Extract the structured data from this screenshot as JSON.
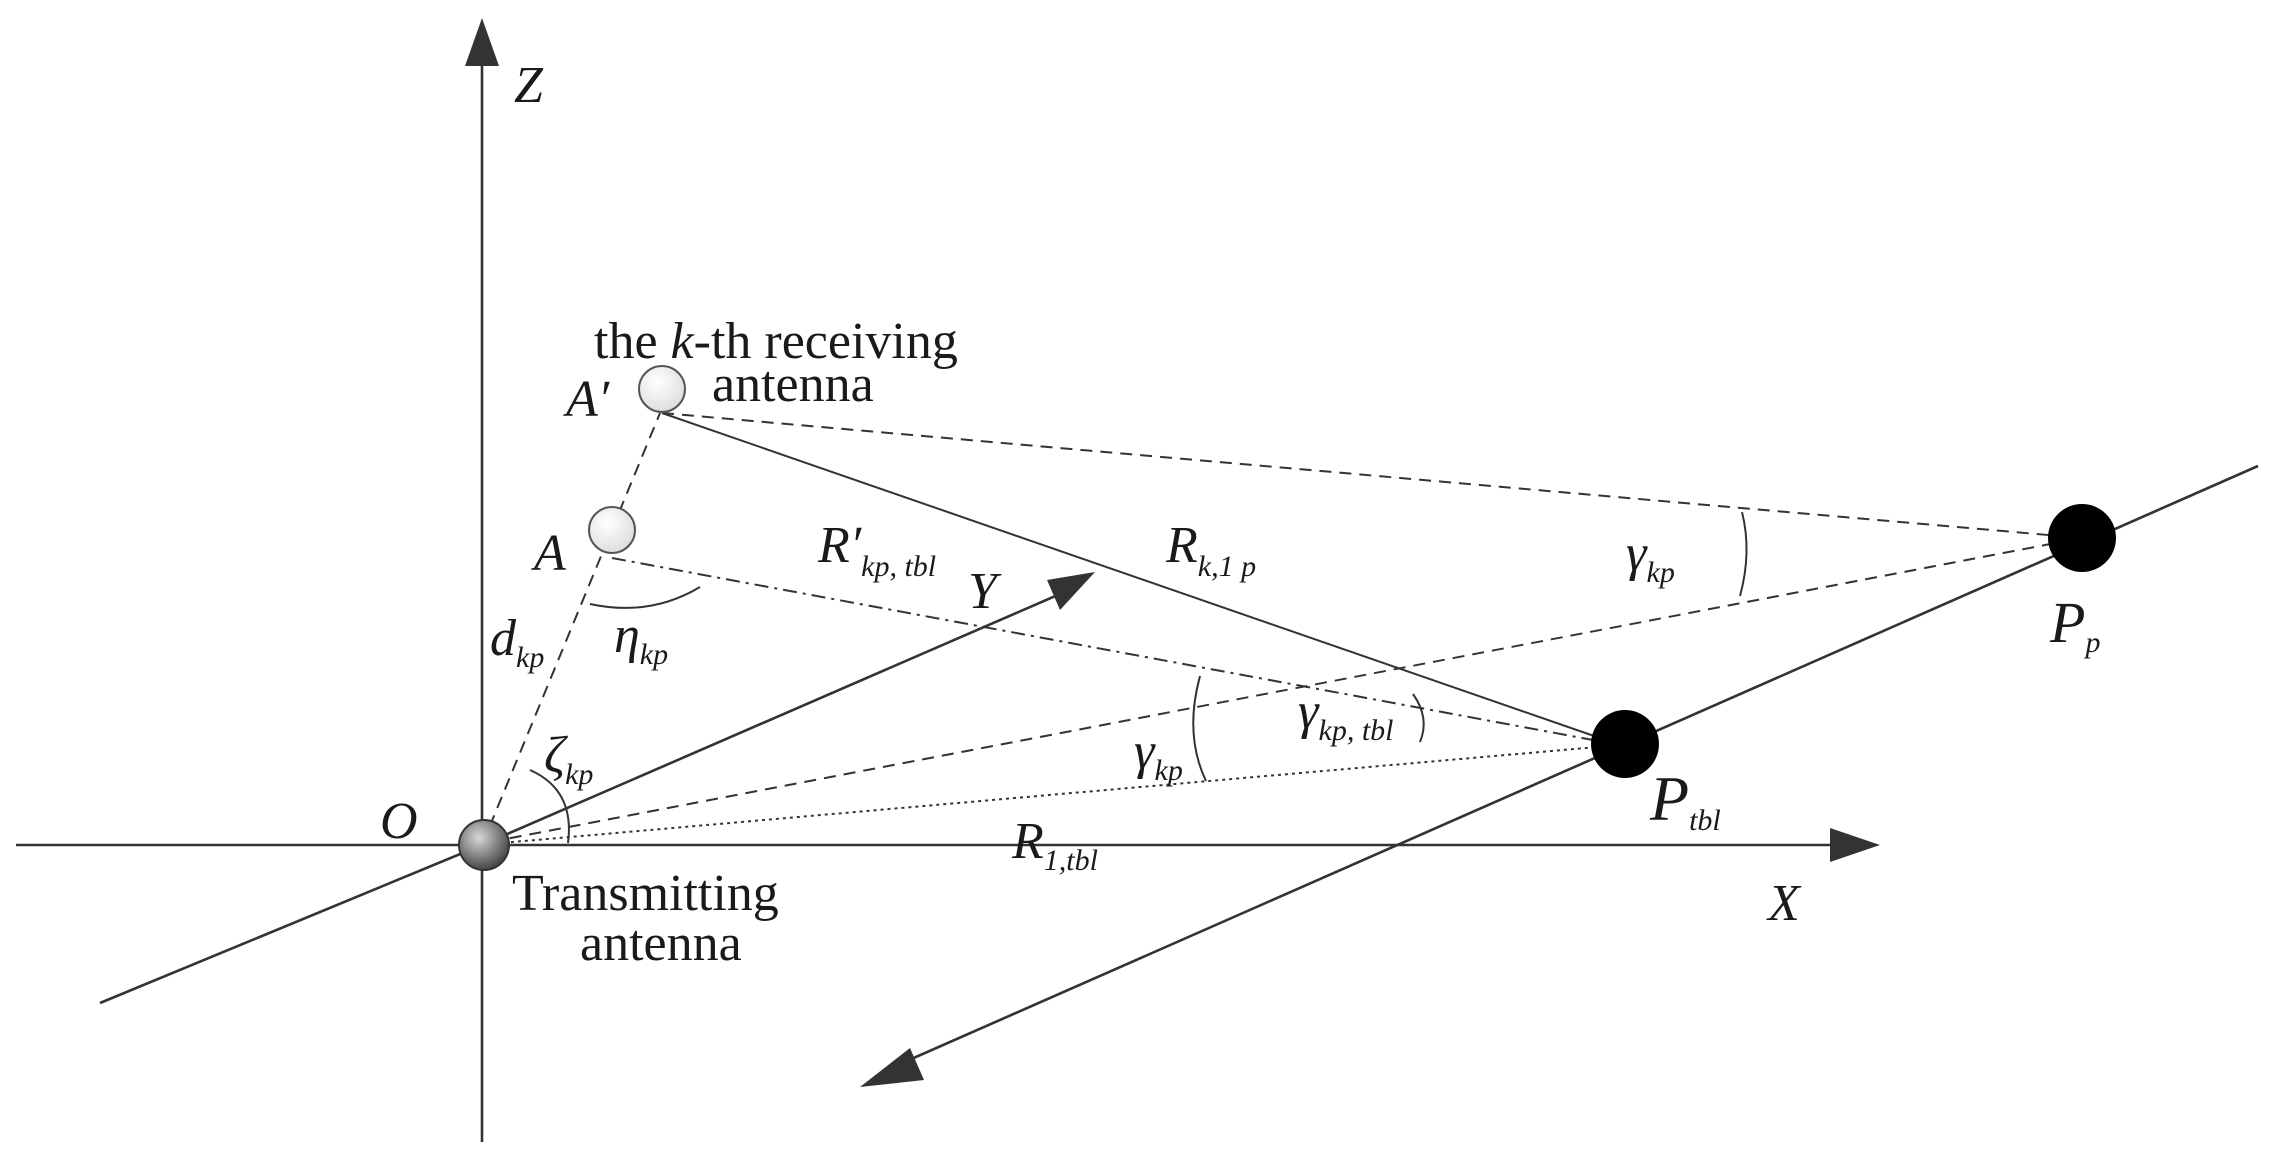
{
  "axes": {
    "z": "Z",
    "y": "Y",
    "x": "X",
    "origin": "O"
  },
  "antennas": {
    "receiving_line1": "the k-th receiving",
    "receiving_line1_pre": "the ",
    "receiving_line1_k": "k",
    "receiving_line1_post": "-th receiving",
    "receiving_line2": "antenna",
    "transmitting_line1": "Transmitting",
    "transmitting_line2": "antenna"
  },
  "points": {
    "a_prime": "A′",
    "a": "A",
    "p_p": {
      "base": "P",
      "sub": "p"
    },
    "p_tbl": {
      "base": "P",
      "sub": "tbl"
    }
  },
  "symbols": {
    "d_kp": {
      "base": "d",
      "sub": "kp"
    },
    "zeta_kp": {
      "base": "ζ",
      "sub": "kp"
    },
    "eta_kp": {
      "base": "η",
      "sub": "kp"
    },
    "r_prime_kp_tbl": {
      "base": "R′",
      "sub": "kp, tbl"
    },
    "r_k1p": {
      "base": "R",
      "sub": "k,1 p"
    },
    "r_1tbl": {
      "base": "R",
      "sub": "1,tbl"
    },
    "gamma_kp_top": {
      "base": "γ",
      "sub": "kp"
    },
    "gamma_kp_mid": {
      "base": "γ",
      "sub": "kp"
    },
    "gamma_kp_tbl": {
      "base": "γ",
      "sub": "kp, tbl"
    }
  }
}
